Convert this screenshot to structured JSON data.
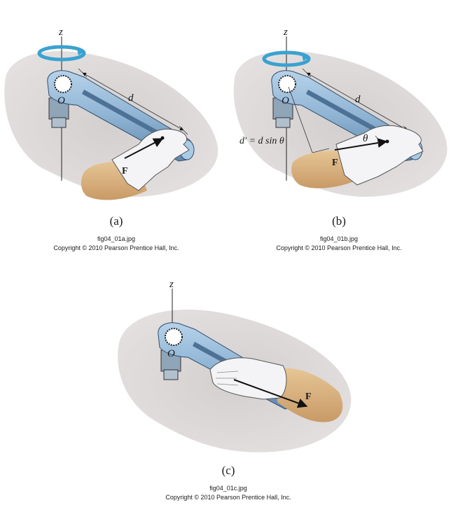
{
  "panels": [
    {
      "id": "a",
      "letter": "(a)",
      "file": "fig04_01a.jpg",
      "copyright": "Copyright © 2010 Pearson Prentice Hall, Inc.",
      "labels": {
        "axis": "z",
        "origin": "O",
        "distance": "d",
        "force": "F"
      }
    },
    {
      "id": "b",
      "letter": "(b)",
      "file": "fig04_01b.jpg",
      "copyright": "Copyright © 2010 Pearson Prentice Hall, Inc.",
      "labels": {
        "axis": "z",
        "origin": "O",
        "distance": "d",
        "force": "F",
        "angle": "θ",
        "moment_arm": "d′ = d sin θ"
      }
    },
    {
      "id": "c",
      "letter": "(c)",
      "file": "fig04_01c.jpg",
      "copyright": "Copyright © 2010 Pearson Prentice Hall, Inc.",
      "labels": {
        "axis": "z",
        "origin": "O",
        "force": "F"
      }
    }
  ],
  "colors": {
    "shadow": "#ddd8d8",
    "wrench": "#8fb4d4",
    "wrench_dark": "#5f86ab",
    "ratchet": "#7ea4c6",
    "glove": "#f4f4f6",
    "arm": "#d8b07e",
    "rotation_arrow": "#3aa2d0",
    "line": "#222222"
  }
}
